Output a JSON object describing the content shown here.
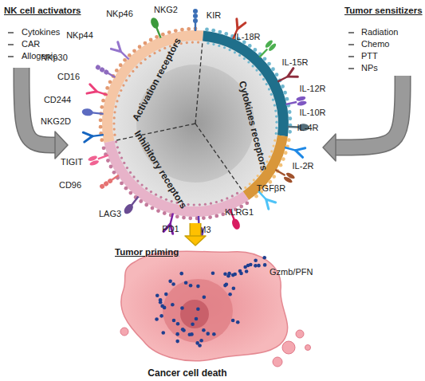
{
  "diagram": {
    "nodes": [
      {
        "text": [
          "NK cell activators",
          "Cytokines",
          "CAR",
          "Allogenic"
        ]
      },
      {
        "text": [
          "Tumor sensitizers",
          "Radiation",
          "Chemo",
          "PTT",
          "NPs"
        ]
      },
      {
        "text": []
      },
      {
        "text": [
          "Activation receptors"
        ],
        "in": 2
      },
      {
        "text": [
          "Cytokines receptors"
        ],
        "in": 2
      },
      {
        "text": [
          "Inhibitory receptors"
        ],
        "in": 2
      },
      {
        "text": [
          "Tumor priming",
          "Gzmb/PFN",
          "Cancer cell death"
        ]
      }
    ],
    "edges": [
      {
        "from": 0,
        "to": 2,
        "arrow": "to"
      },
      {
        "from": 1,
        "to": 2,
        "arrow": "to"
      },
      {
        "from": 2,
        "to": 6,
        "arrow": "to"
      }
    ],
    "labels": [
      "NKG2",
      "NKp46",
      "KIR",
      "NKp44",
      "IL-18R",
      "NKp30",
      "IL-15R",
      "CD16",
      "IL-12R",
      "CD244",
      "IL-10R",
      "NKG2D",
      "IL-4R",
      "TIGIT",
      "IL-2R",
      "CD96",
      "TGFβR",
      "LAG3",
      "KLRG1",
      "PD1",
      "TIM3"
    ]
  }
}
